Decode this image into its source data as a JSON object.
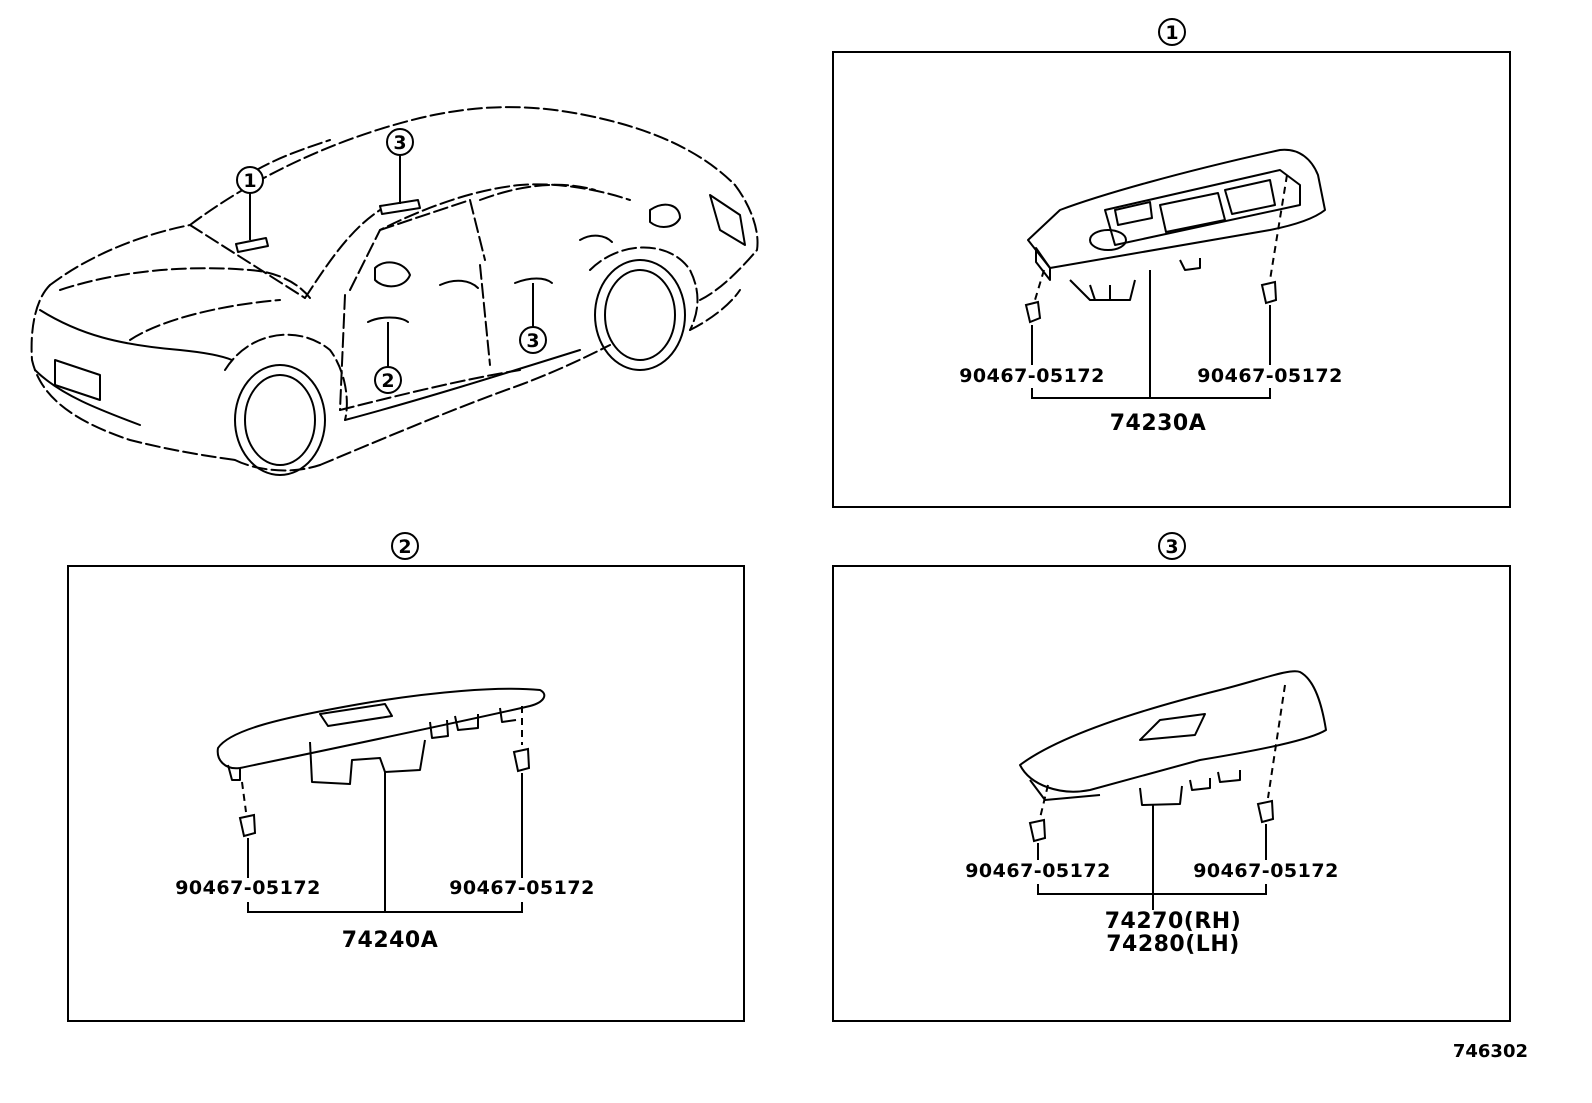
{
  "figure_id": "746302",
  "overview": {
    "callouts": [
      "1",
      "3",
      "2",
      "3"
    ]
  },
  "panel1": {
    "marker": "1",
    "clip_left": "90467-05172",
    "clip_right": "90467-05172",
    "assembly": "74230A"
  },
  "panel2": {
    "marker": "2",
    "clip_left": "90467-05172",
    "clip_right": "90467-05172",
    "assembly": "74240A"
  },
  "panel3": {
    "marker": "3",
    "clip_left": "90467-05172",
    "clip_right": "90467-05172",
    "assembly_rh": "74270(RH)",
    "assembly_lh": "74280(LH)"
  }
}
